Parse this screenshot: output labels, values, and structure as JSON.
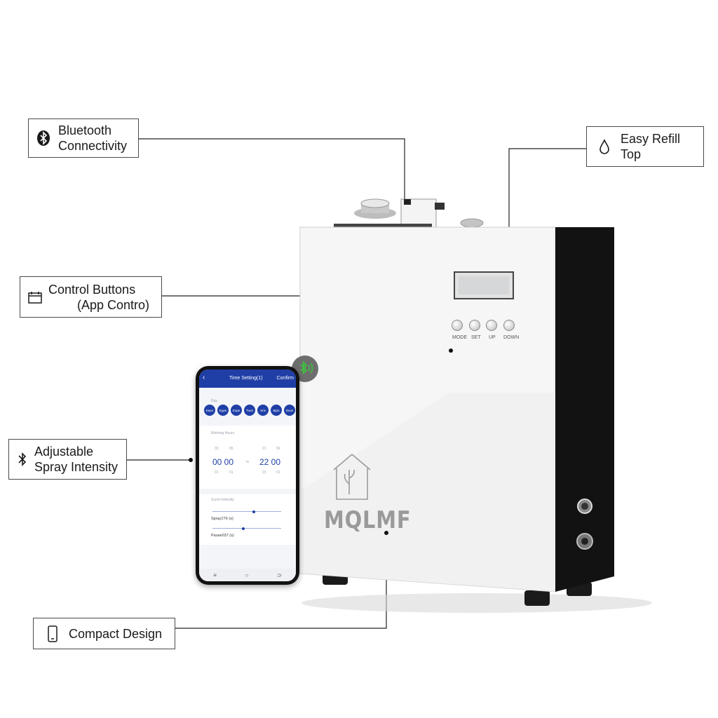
{
  "callouts": {
    "bluetooth": {
      "text": "Bluetooth\nConnectivity",
      "icon": "bluetooth-icon"
    },
    "refill": {
      "text": "Easy Refill\nTop",
      "icon": "droplet-icon"
    },
    "control": {
      "text_line1": "Control Buttons",
      "text_line2": "(App Contro)",
      "icon": "calendar-icon"
    },
    "spray": {
      "text": "Adjustable\nSpray Intensity",
      "icon": "bluetooth-icon"
    },
    "compact": {
      "text": "Compact Design",
      "icon": "smartphone-icon"
    }
  },
  "device": {
    "brand": "MQLMF",
    "buttons": [
      "MODE",
      "SET",
      "UP",
      "DOWN"
    ]
  },
  "phone": {
    "header": {
      "back": "‹",
      "title": "Time Setting(1)",
      "confirm": "Confirm"
    },
    "day_label": "Day",
    "days": [
      "Eepo",
      "Eype",
      "Eope",
      "Tuos",
      "Sris",
      "Bpio",
      "Duos"
    ],
    "working_hours_label": "Working Hours",
    "start_above": [
      "33",
      "05"
    ],
    "start_time": "00 00",
    "start_below": [
      "01",
      "01"
    ],
    "separator": "to",
    "end_above": [
      "21",
      "59"
    ],
    "end_time": "22 00",
    "end_below": [
      "23",
      "01"
    ],
    "intensity_label": "Scent Intensity",
    "spray_label": "Spray1T6 (s)",
    "pause_label": "Pause037 (s)",
    "spray_level": 0.6,
    "pause_level": 0.45,
    "nav": [
      "≡",
      "○",
      "⊃"
    ]
  },
  "colors": {
    "accent": "#1f3fa6",
    "bluetooth_green": "#3fbf3f",
    "device_side": "#121212"
  }
}
